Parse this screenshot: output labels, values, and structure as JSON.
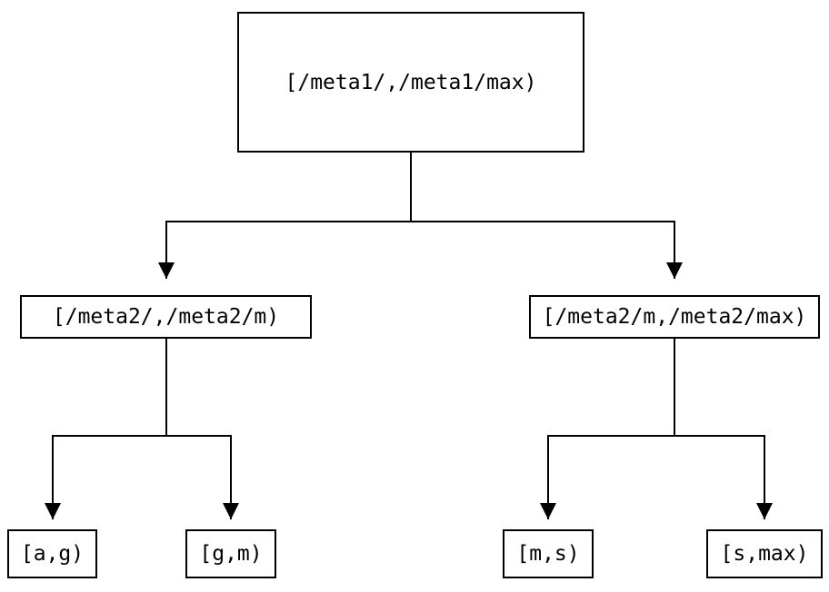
{
  "diagram": {
    "kind": "interval-partition-tree",
    "background_color": "#ffffff",
    "line_color": "#000000",
    "text_color": "#000000"
  },
  "nodes": {
    "root": {
      "label": "[/meta1/,/meta1/max)"
    },
    "level2_left": {
      "label": "[/meta2/,/meta2/m)"
    },
    "level2_right": {
      "label": "[/meta2/m,/meta2/max)"
    },
    "leaf_ag": {
      "label": "[a,g)"
    },
    "leaf_gm": {
      "label": "[g,m)"
    },
    "leaf_ms": {
      "label": "[m,s)"
    },
    "leaf_smax": {
      "label": "[s,max)"
    }
  },
  "edges": [
    {
      "from": "root",
      "to": "level2_left"
    },
    {
      "from": "root",
      "to": "level2_right"
    },
    {
      "from": "level2_left",
      "to": "leaf_ag"
    },
    {
      "from": "level2_left",
      "to": "leaf_gm"
    },
    {
      "from": "level2_right",
      "to": "leaf_ms"
    },
    {
      "from": "level2_right",
      "to": "leaf_smax"
    }
  ]
}
